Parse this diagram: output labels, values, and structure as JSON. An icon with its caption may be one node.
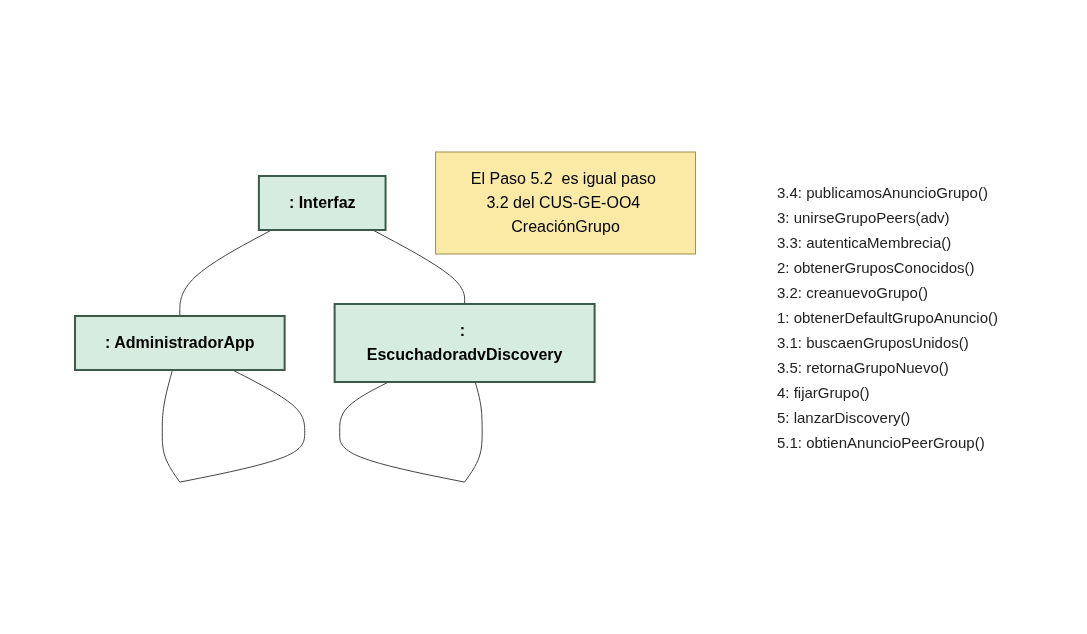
{
  "diagram": {
    "nodes": [
      {
        "text": [
          ": Interfaz"
        ]
      },
      {
        "text": [
          ": AdministradorApp"
        ]
      },
      {
        "text": [
          ": EscuchadoradvDiscovery"
        ]
      },
      {
        "text": [
          "El Paso 5.2  es igual paso 3.2 del CUS-GE-OO4 CreaciónGrupo"
        ]
      }
    ],
    "edges": [
      {
        "from": 0,
        "to": 1,
        "arrow": "none"
      },
      {
        "from": 1,
        "to": 1,
        "arrow": "none"
      },
      {
        "from": 0,
        "to": 2,
        "arrow": "none"
      },
      {
        "from": 2,
        "to": 2,
        "arrow": "none"
      }
    ],
    "labels": [
      "3.4: publicamosAnuncioGrupo()",
      "3: unirseGrupoPeers(adv)",
      "3.3: autenticaMembrecia()",
      "2: obtenerGruposConocidos()",
      "3.2: creanuevoGrupo()",
      "1: obtenerDefaultGrupoAnuncio()",
      "3.1: buscaenGruposUnidos()",
      "3.5: retornaGrupoNuevo()",
      "4: fijarGrupo()",
      "5: lanzarDiscovery()",
      "5.1: obtienAnuncioPeerGroup()"
    ]
  }
}
